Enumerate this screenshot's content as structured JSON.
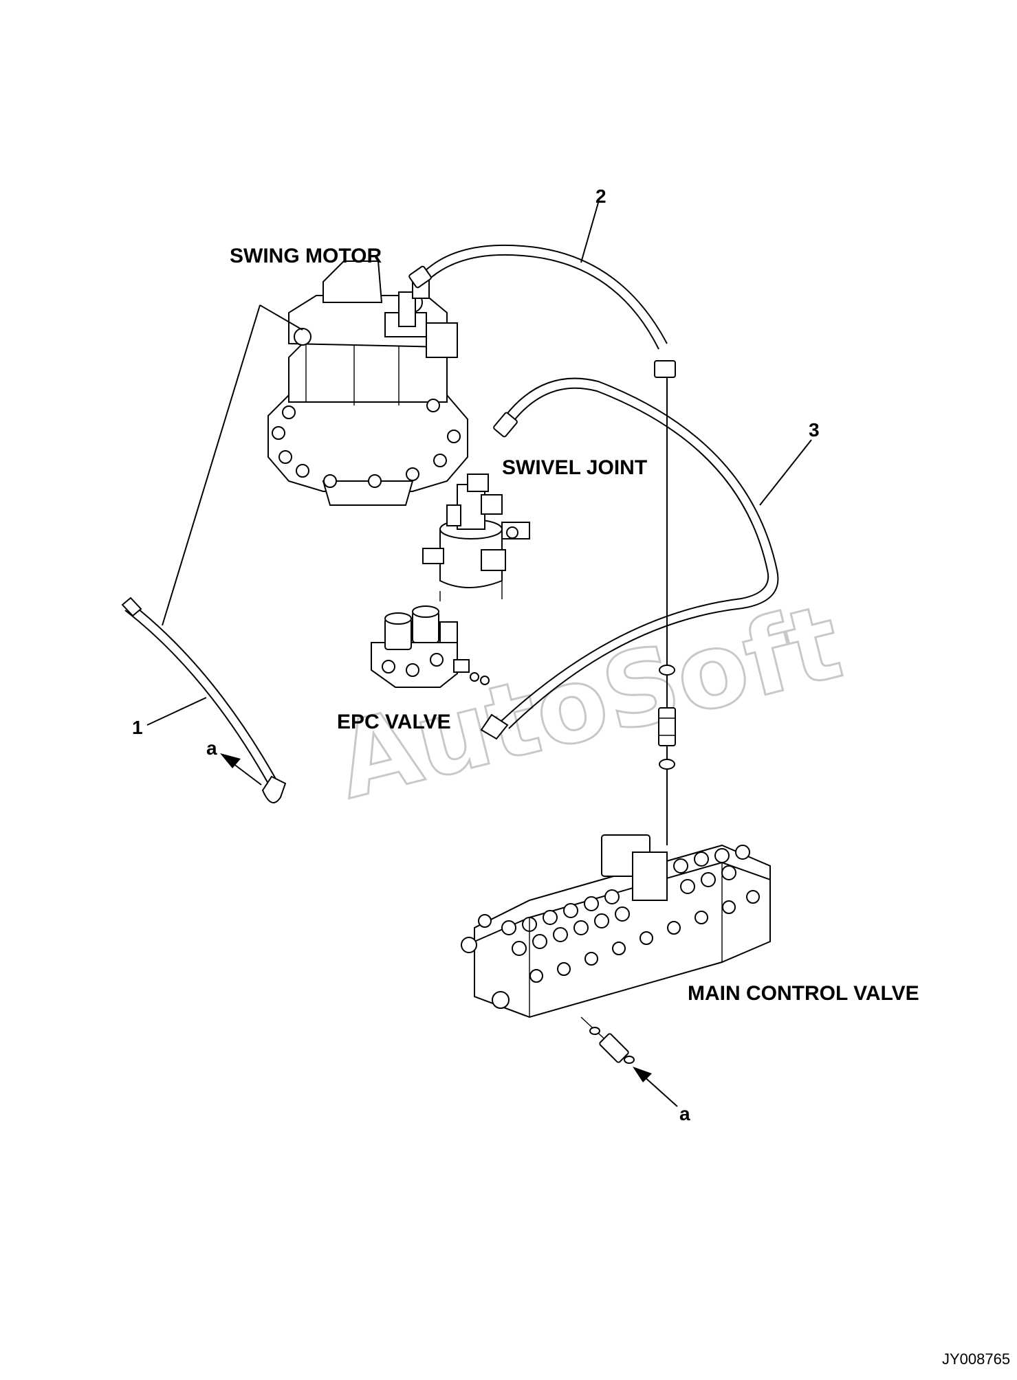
{
  "labels": {
    "swing_motor": "SWING MOTOR",
    "swivel_joint": "SWIVEL JOINT",
    "epc_valve": "EPC VALVE",
    "main_control_valve": "MAIN CONTROL VALVE"
  },
  "callouts": {
    "hose_1": "1",
    "hose_2": "2",
    "hose_3": "3",
    "view_a_upper": "a",
    "view_a_lower": "a"
  },
  "watermark": "AutoSoft",
  "figure_code": "JY008765"
}
